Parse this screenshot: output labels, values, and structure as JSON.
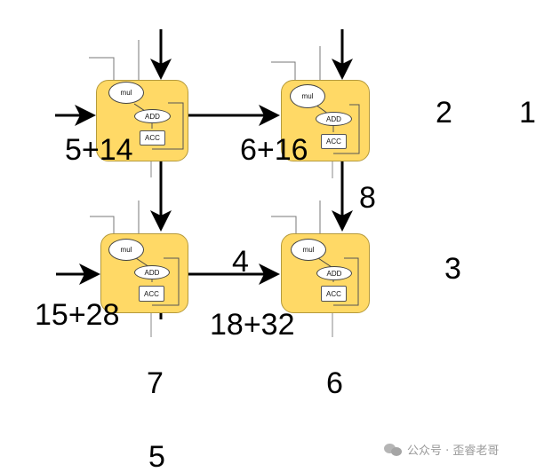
{
  "diagram": {
    "type": "systolic-array",
    "grid": "2x2",
    "colors": {
      "pe_fill": "#ffd966",
      "pe_border": "#b59a3c",
      "arrow": "#000000",
      "wire": "#777777",
      "watermark": "#9a9a9a"
    },
    "pes": [
      {
        "id": "pe-top-left",
        "mul": "mul",
        "add": "ADD",
        "acc": "ACC",
        "sum_label": "5+14"
      },
      {
        "id": "pe-top-right",
        "mul": "mul",
        "add": "ADD",
        "acc": "ACC",
        "sum_label": "6+16"
      },
      {
        "id": "pe-bottom-left",
        "mul": "mul",
        "add": "ADD",
        "acc": "ACC",
        "sum_label": "15+28"
      },
      {
        "id": "pe-bottom-right",
        "mul": "mul",
        "add": "ADD",
        "acc": "ACC",
        "sum_label": "18+32"
      }
    ],
    "inputs_right_column": [
      "2",
      "1",
      "3"
    ],
    "inputs_bottom": [
      "7",
      "6",
      "5"
    ],
    "arrow_labels": {
      "vertical_right": "8",
      "horizontal_bottom": "4"
    }
  },
  "watermark": {
    "icon": "wechat-icon",
    "text": "公众号 · 歪睿老哥"
  }
}
